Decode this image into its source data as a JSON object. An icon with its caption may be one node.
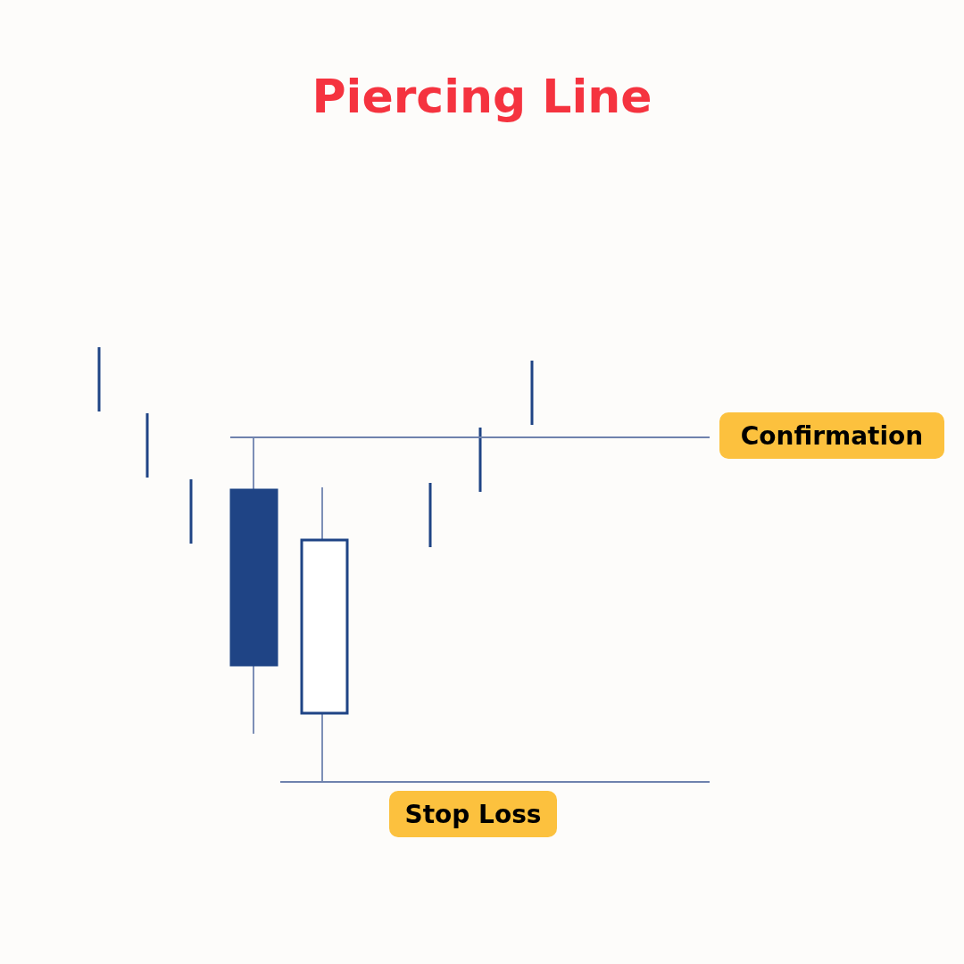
{
  "diagram": {
    "title": "Piercing Line",
    "nodes": [
      {
        "text": [
          "Confirmation"
        ]
      },
      {
        "text": [
          "Stop Loss"
        ]
      }
    ]
  }
}
